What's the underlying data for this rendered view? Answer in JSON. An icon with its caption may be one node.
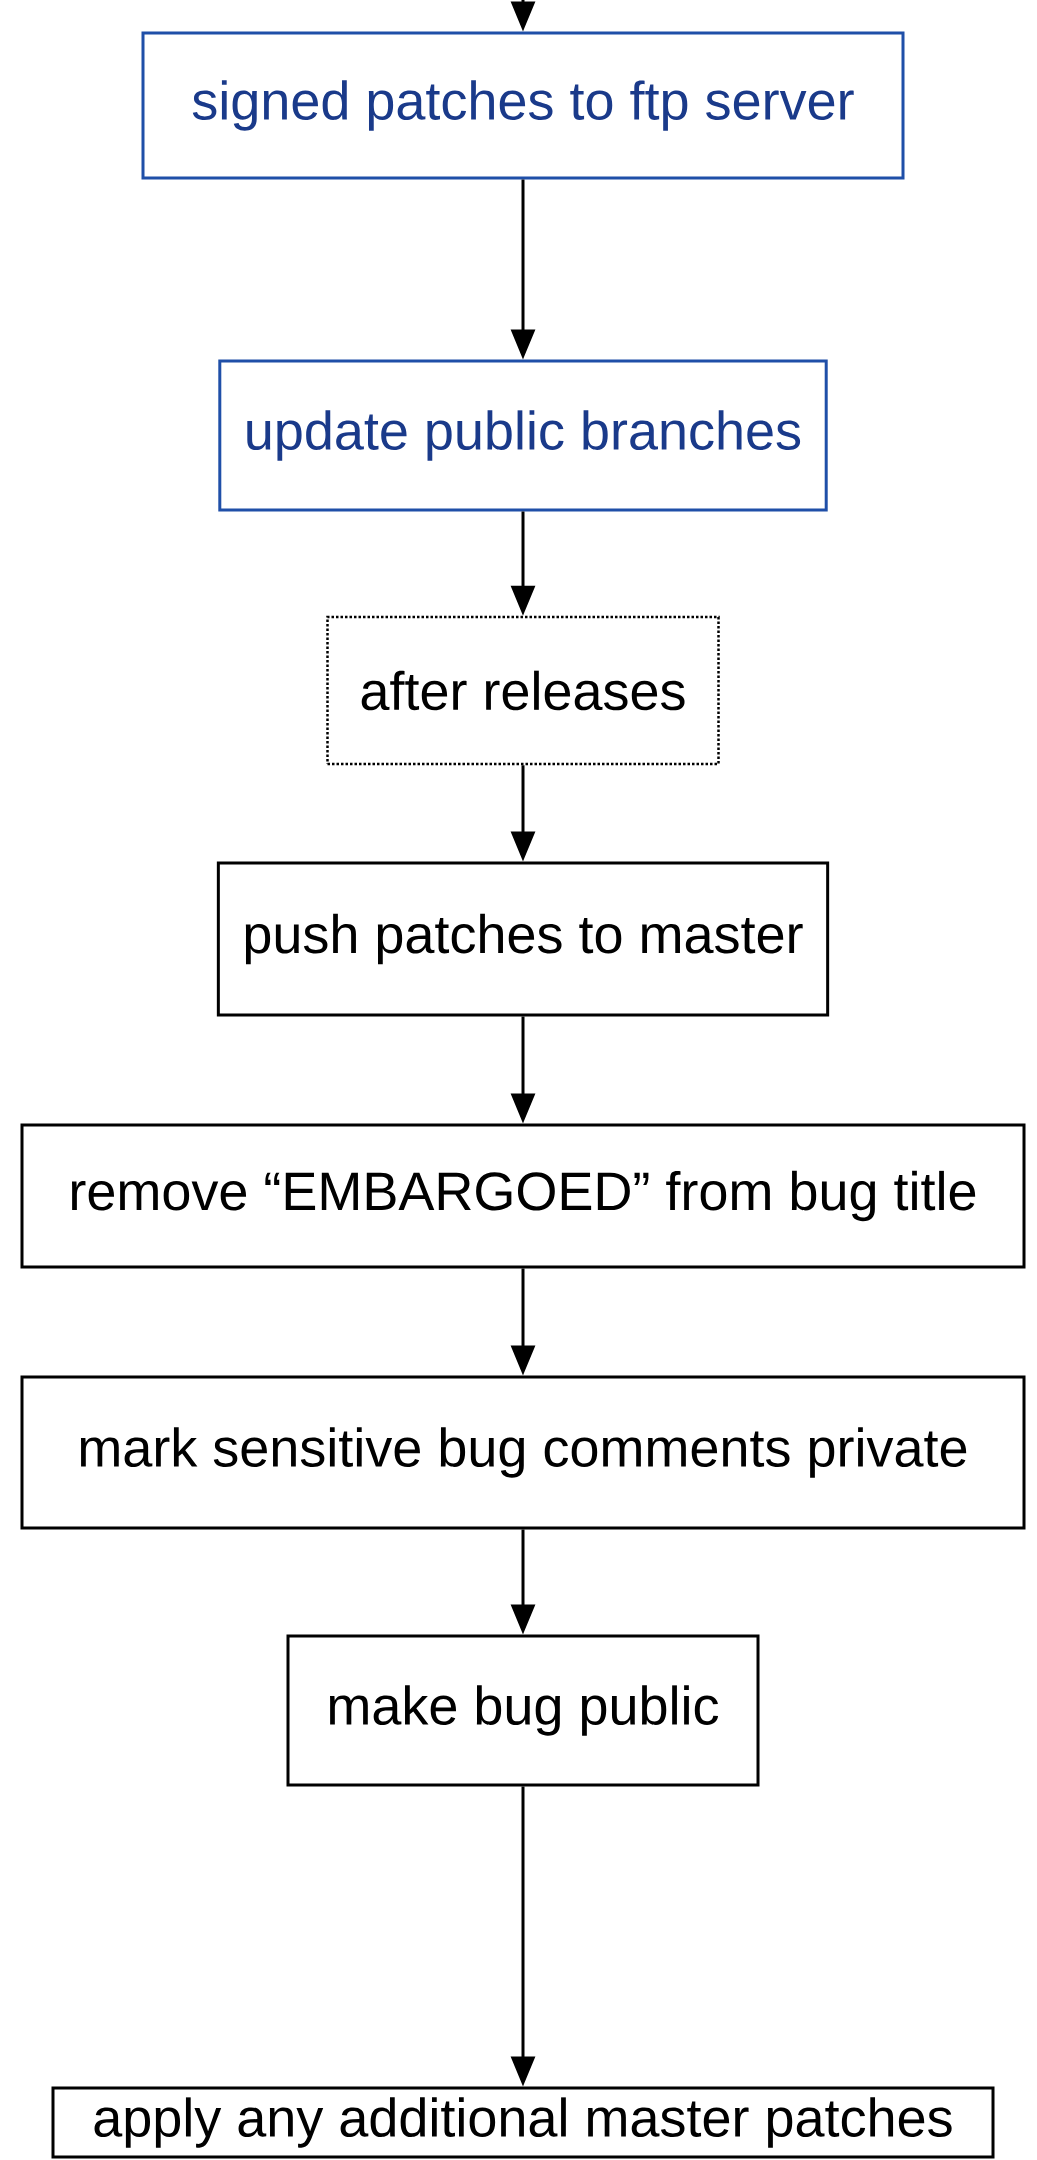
{
  "diagram": {
    "nodes": [
      {
        "text": [
          "signed patches to ftp server"
        ]
      },
      {
        "text": [
          "update public branches"
        ]
      },
      {
        "text": [
          "after releases"
        ]
      },
      {
        "text": [
          "push patches to master"
        ]
      },
      {
        "text": [
          "remove “EMBARGOED” from bug title"
        ]
      },
      {
        "text": [
          "mark sensitive bug comments private"
        ]
      },
      {
        "text": [
          "make bug public"
        ]
      },
      {
        "text": [
          "apply any additional master patches"
        ]
      }
    ],
    "edges": [
      {
        "from": null,
        "to": 0,
        "arrow": "to"
      },
      {
        "from": 0,
        "to": 1,
        "arrow": "to"
      },
      {
        "from": 1,
        "to": 2,
        "arrow": "to"
      },
      {
        "from": 2,
        "to": 3,
        "arrow": "to"
      },
      {
        "from": 3,
        "to": 4,
        "arrow": "to"
      },
      {
        "from": 4,
        "to": 5,
        "arrow": "to"
      },
      {
        "from": 5,
        "to": 6,
        "arrow": "to"
      },
      {
        "from": 6,
        "to": 7,
        "arrow": "to"
      }
    ]
  }
}
